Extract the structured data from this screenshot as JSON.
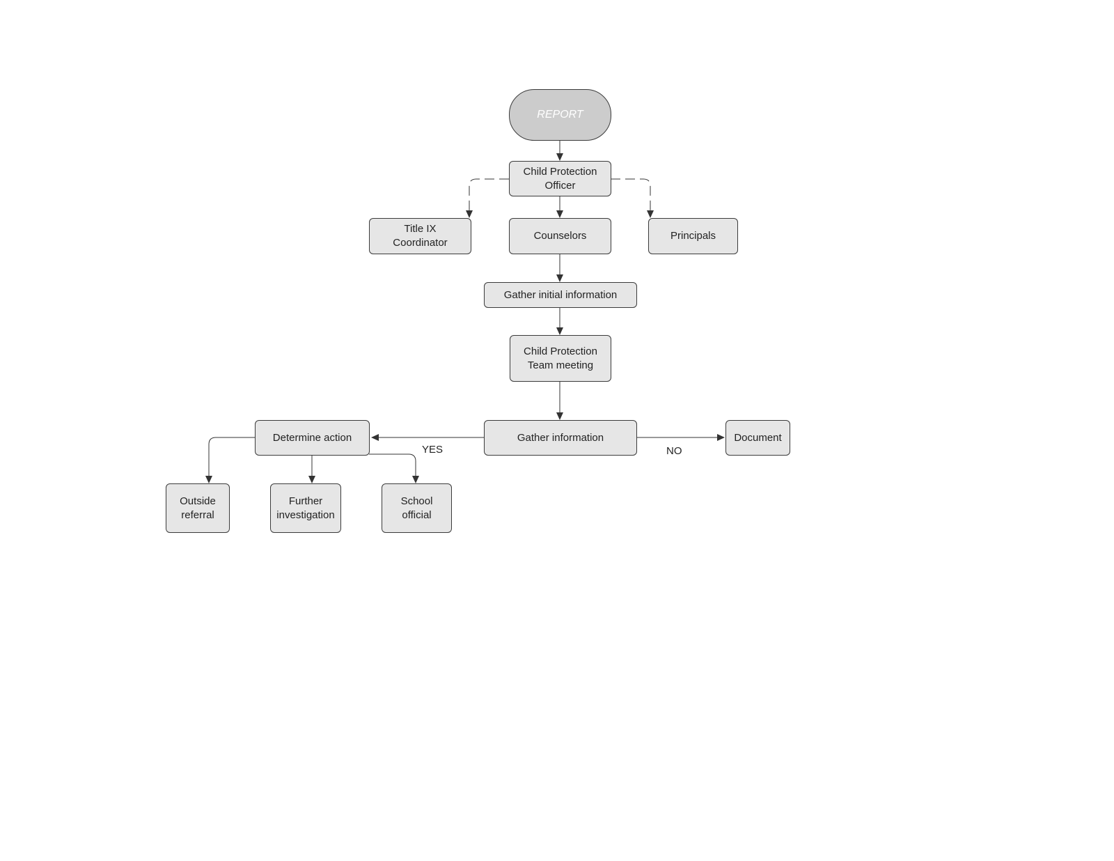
{
  "diagram": {
    "nodes": {
      "report": "REPORT",
      "cpo": "Child Protection\nOfficer",
      "title_ix": "Title IX\nCoordinator",
      "counselors": "Counselors",
      "principals": "Principals",
      "gather_initial": "Gather initial information",
      "cpt_meeting": "Child Protection\nTeam meeting",
      "gather_info": "Gather information",
      "determine_action": "Determine action",
      "document": "Document",
      "outside_referral": "Outside\nreferral",
      "further_investigation": "Further\ninvestigation",
      "school_official": "School\nofficial"
    },
    "edge_labels": {
      "yes": "YES",
      "no": "NO"
    },
    "colors": {
      "node_fill": "#e6e6e6",
      "terminal_fill": "#cccccc",
      "stroke": "#3a3a3a"
    }
  }
}
